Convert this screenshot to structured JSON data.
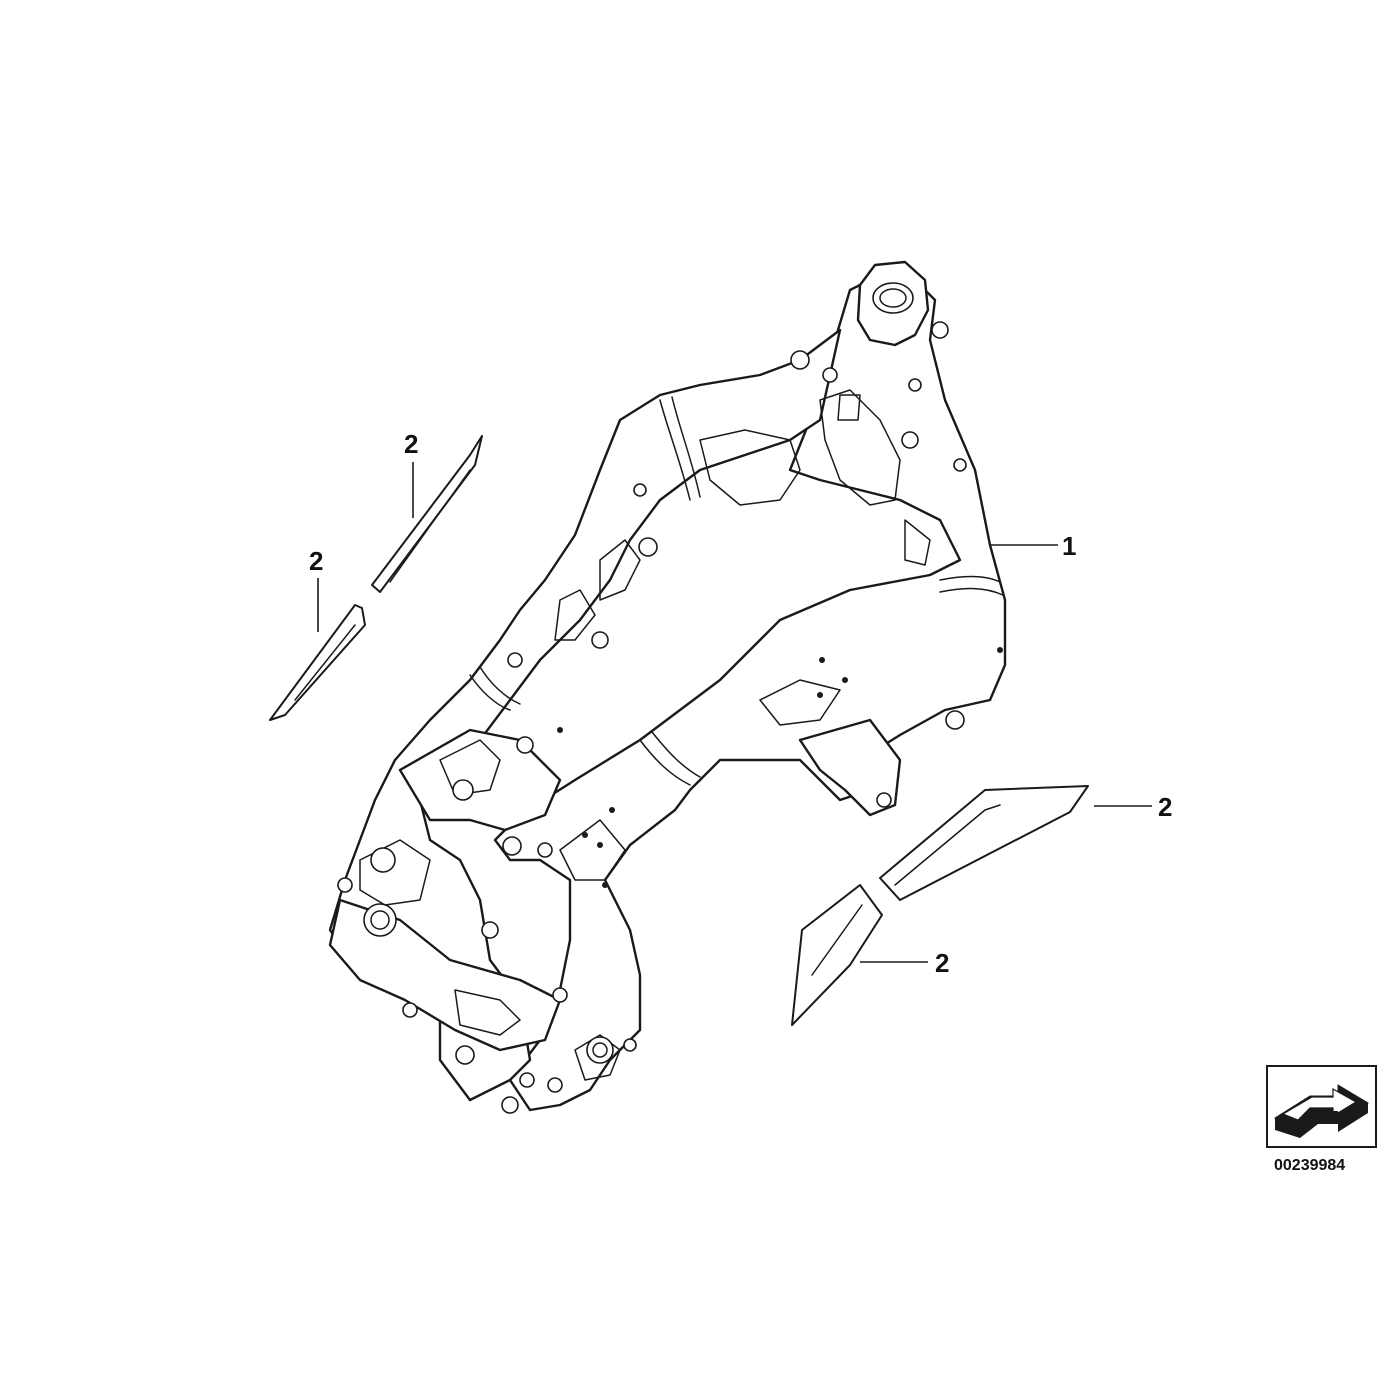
{
  "diagram": {
    "callouts": {
      "frame_label": "1",
      "pad_upper_left_label": "2",
      "pad_lower_left_label": "2",
      "pad_upper_right_label": "2",
      "pad_lower_right_label": "2"
    },
    "drawing_number": "00239984",
    "icon": "orientation-arrow-icon",
    "colors": {
      "ink": "#1a1a1a",
      "background": "#ffffff"
    }
  }
}
